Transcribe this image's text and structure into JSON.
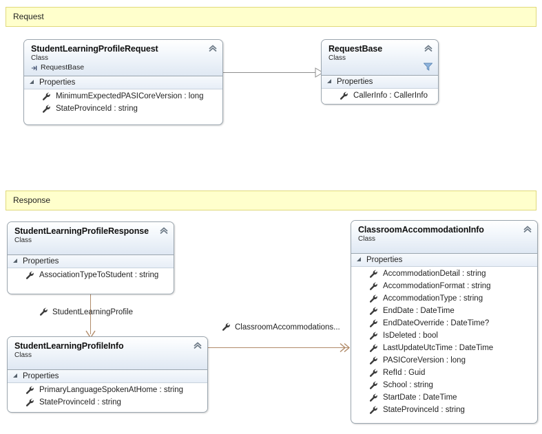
{
  "diagram": {
    "type": "uml-class-diagram",
    "background_color": "#ffffff",
    "banner_color": "#ffffcc",
    "banner_border_color": "#e0d97a",
    "inheritance_line_color": "#8e8e8e",
    "association_line_color": "#b08a68"
  },
  "banners": [
    {
      "name": "request-banner",
      "label": "Request"
    },
    {
      "name": "response-banner",
      "label": "Response"
    }
  ],
  "labels": {
    "class_stereotype": "Class",
    "properties_compartment": "Properties"
  },
  "classes": [
    {
      "id": "student-learning-profile-request",
      "title": "StudentLearningProfileRequest",
      "stereotype": "Class",
      "base": "RequestBase",
      "compartment": "Properties",
      "members": [
        "MinimumExpectedPASICoreVersion : long",
        "StateProvinceId : string"
      ],
      "has_filter_icon": false
    },
    {
      "id": "request-base",
      "title": "RequestBase",
      "stereotype": "Class",
      "base": "",
      "compartment": "Properties",
      "members": [
        "CallerInfo : CallerInfo"
      ],
      "has_filter_icon": true
    },
    {
      "id": "student-learning-profile-response",
      "title": "StudentLearningProfileResponse",
      "stereotype": "Class",
      "base": "",
      "compartment": "Properties",
      "members": [
        "AssociationTypeToStudent : string"
      ],
      "has_filter_icon": false
    },
    {
      "id": "student-learning-profile-info",
      "title": "StudentLearningProfileInfo",
      "stereotype": "Class",
      "base": "",
      "compartment": "Properties",
      "members": [
        "PrimaryLanguageSpokenAtHome : string",
        "StateProvinceId : string"
      ],
      "has_filter_icon": false
    },
    {
      "id": "classroom-accommodation-info",
      "title": "ClassroomAccommodationInfo",
      "stereotype": "Class",
      "base": "",
      "compartment": "Properties",
      "members": [
        "AccommodationDetail : string",
        "AccommodationFormat : string",
        "AccommodationType : string",
        "EndDate : DateTime",
        "EndDateOverride : DateTime?",
        "IsDeleted : bool",
        "LastUpdateUtcTime : DateTime",
        "PASICoreVersion : long",
        "RefId : Guid",
        "School : string",
        "StartDate : DateTime",
        "StateProvinceId : string"
      ],
      "has_filter_icon": false
    }
  ],
  "connectors": [
    {
      "name": "inheritance-request-to-requestbase",
      "kind": "inheritance",
      "from": "StudentLearningProfileRequest",
      "to": "RequestBase",
      "label": ""
    },
    {
      "name": "association-response-to-profileinfo",
      "kind": "association",
      "from": "StudentLearningProfileResponse",
      "to": "StudentLearningProfileInfo",
      "label": "StudentLearningProfile"
    },
    {
      "name": "association-profileinfo-to-accommodationinfo",
      "kind": "association-collection",
      "from": "StudentLearningProfileInfo",
      "to": "ClassroomAccommodationInfo",
      "label": "ClassroomAccommodations..."
    }
  ]
}
